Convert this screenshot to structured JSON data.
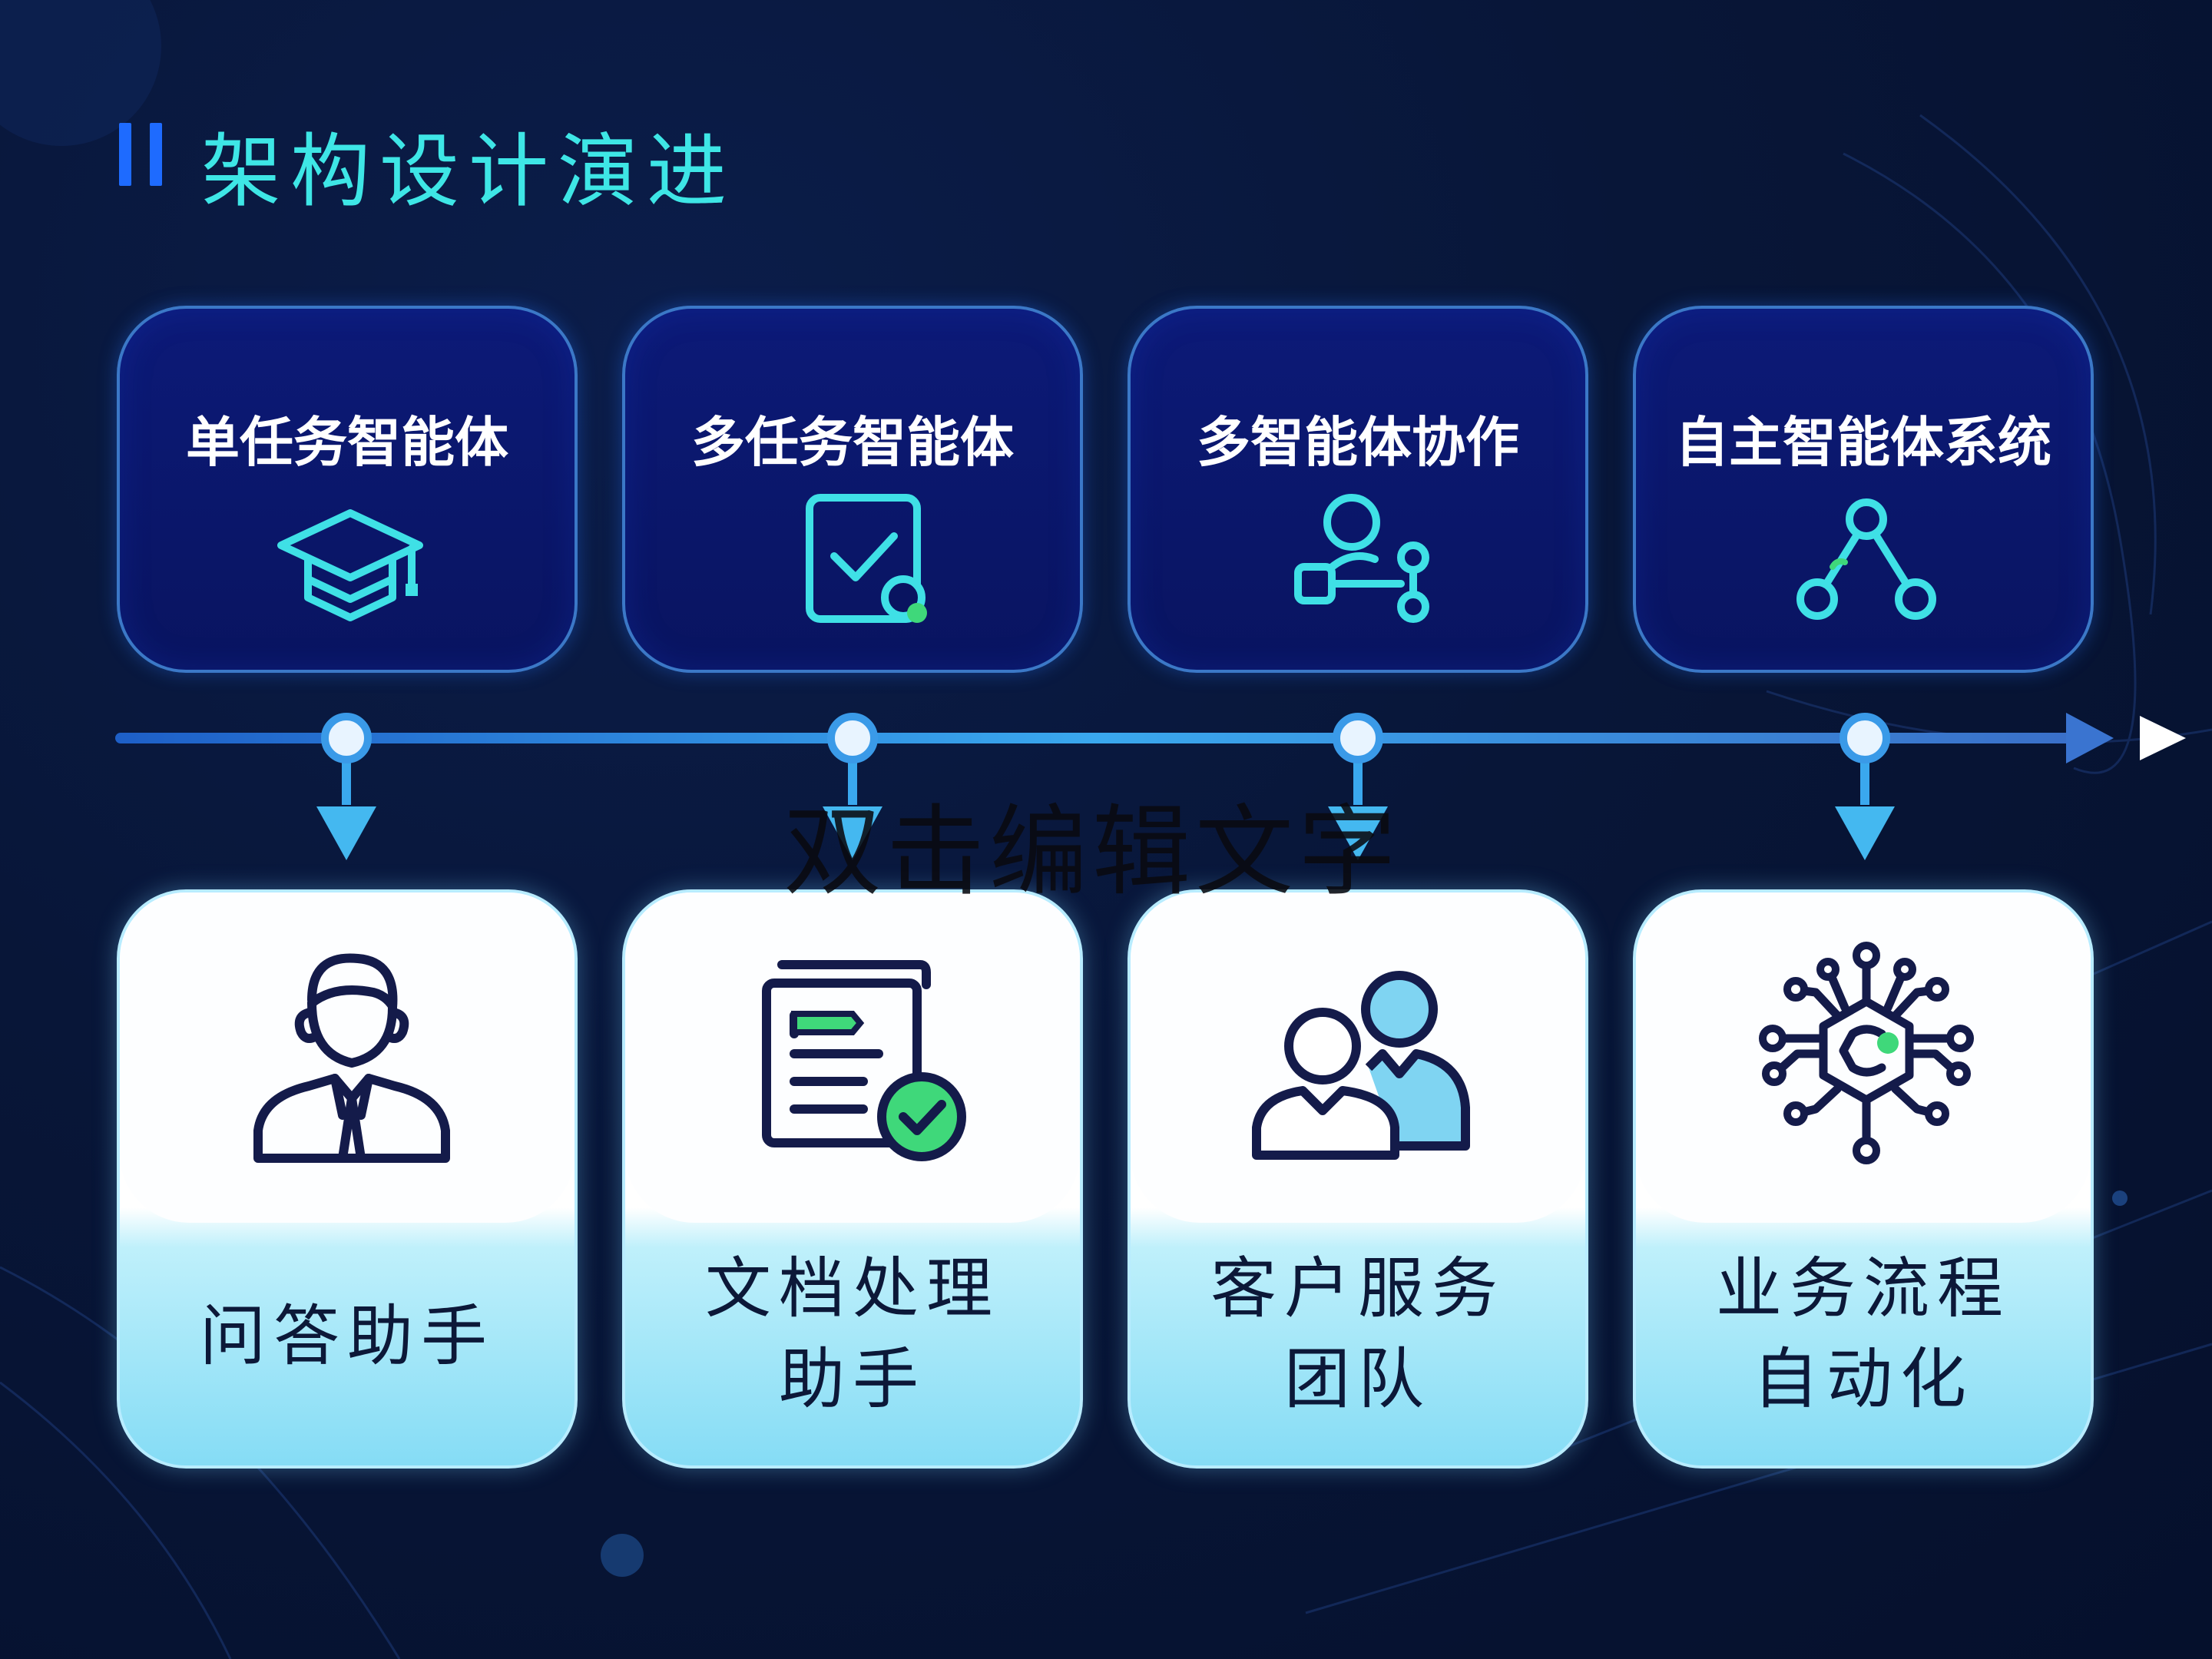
{
  "title": "架构设计演进",
  "stages": [
    {
      "label": "单任务智能体",
      "icon": "graduation-cap-icon"
    },
    {
      "label": "多任务智能体",
      "icon": "checklist-icon"
    },
    {
      "label": "多智能体协作",
      "icon": "agent-network-icon"
    },
    {
      "label": "自主智能体系统",
      "icon": "node-graph-icon"
    }
  ],
  "applications": [
    {
      "line1": "问答助手",
      "line2": "",
      "icon": "person-avatar-icon"
    },
    {
      "line1": "文档处理",
      "line2": "助手",
      "icon": "document-check-icon"
    },
    {
      "line1": "客户服务",
      "line2": "团队",
      "icon": "team-users-icon"
    },
    {
      "line1": "业务流程",
      "line2": "自动化",
      "icon": "circuit-hexagon-icon"
    }
  ],
  "watermark": "双击编辑文字",
  "colors": {
    "background": "#081638",
    "title": "#3ee6e6",
    "accent_blue": "#1e6bff",
    "icon_cyan": "#3fe0e6",
    "icon_green": "#3fd87a",
    "card_navy": "#0c1a78",
    "app_text": "#0c1838"
  }
}
